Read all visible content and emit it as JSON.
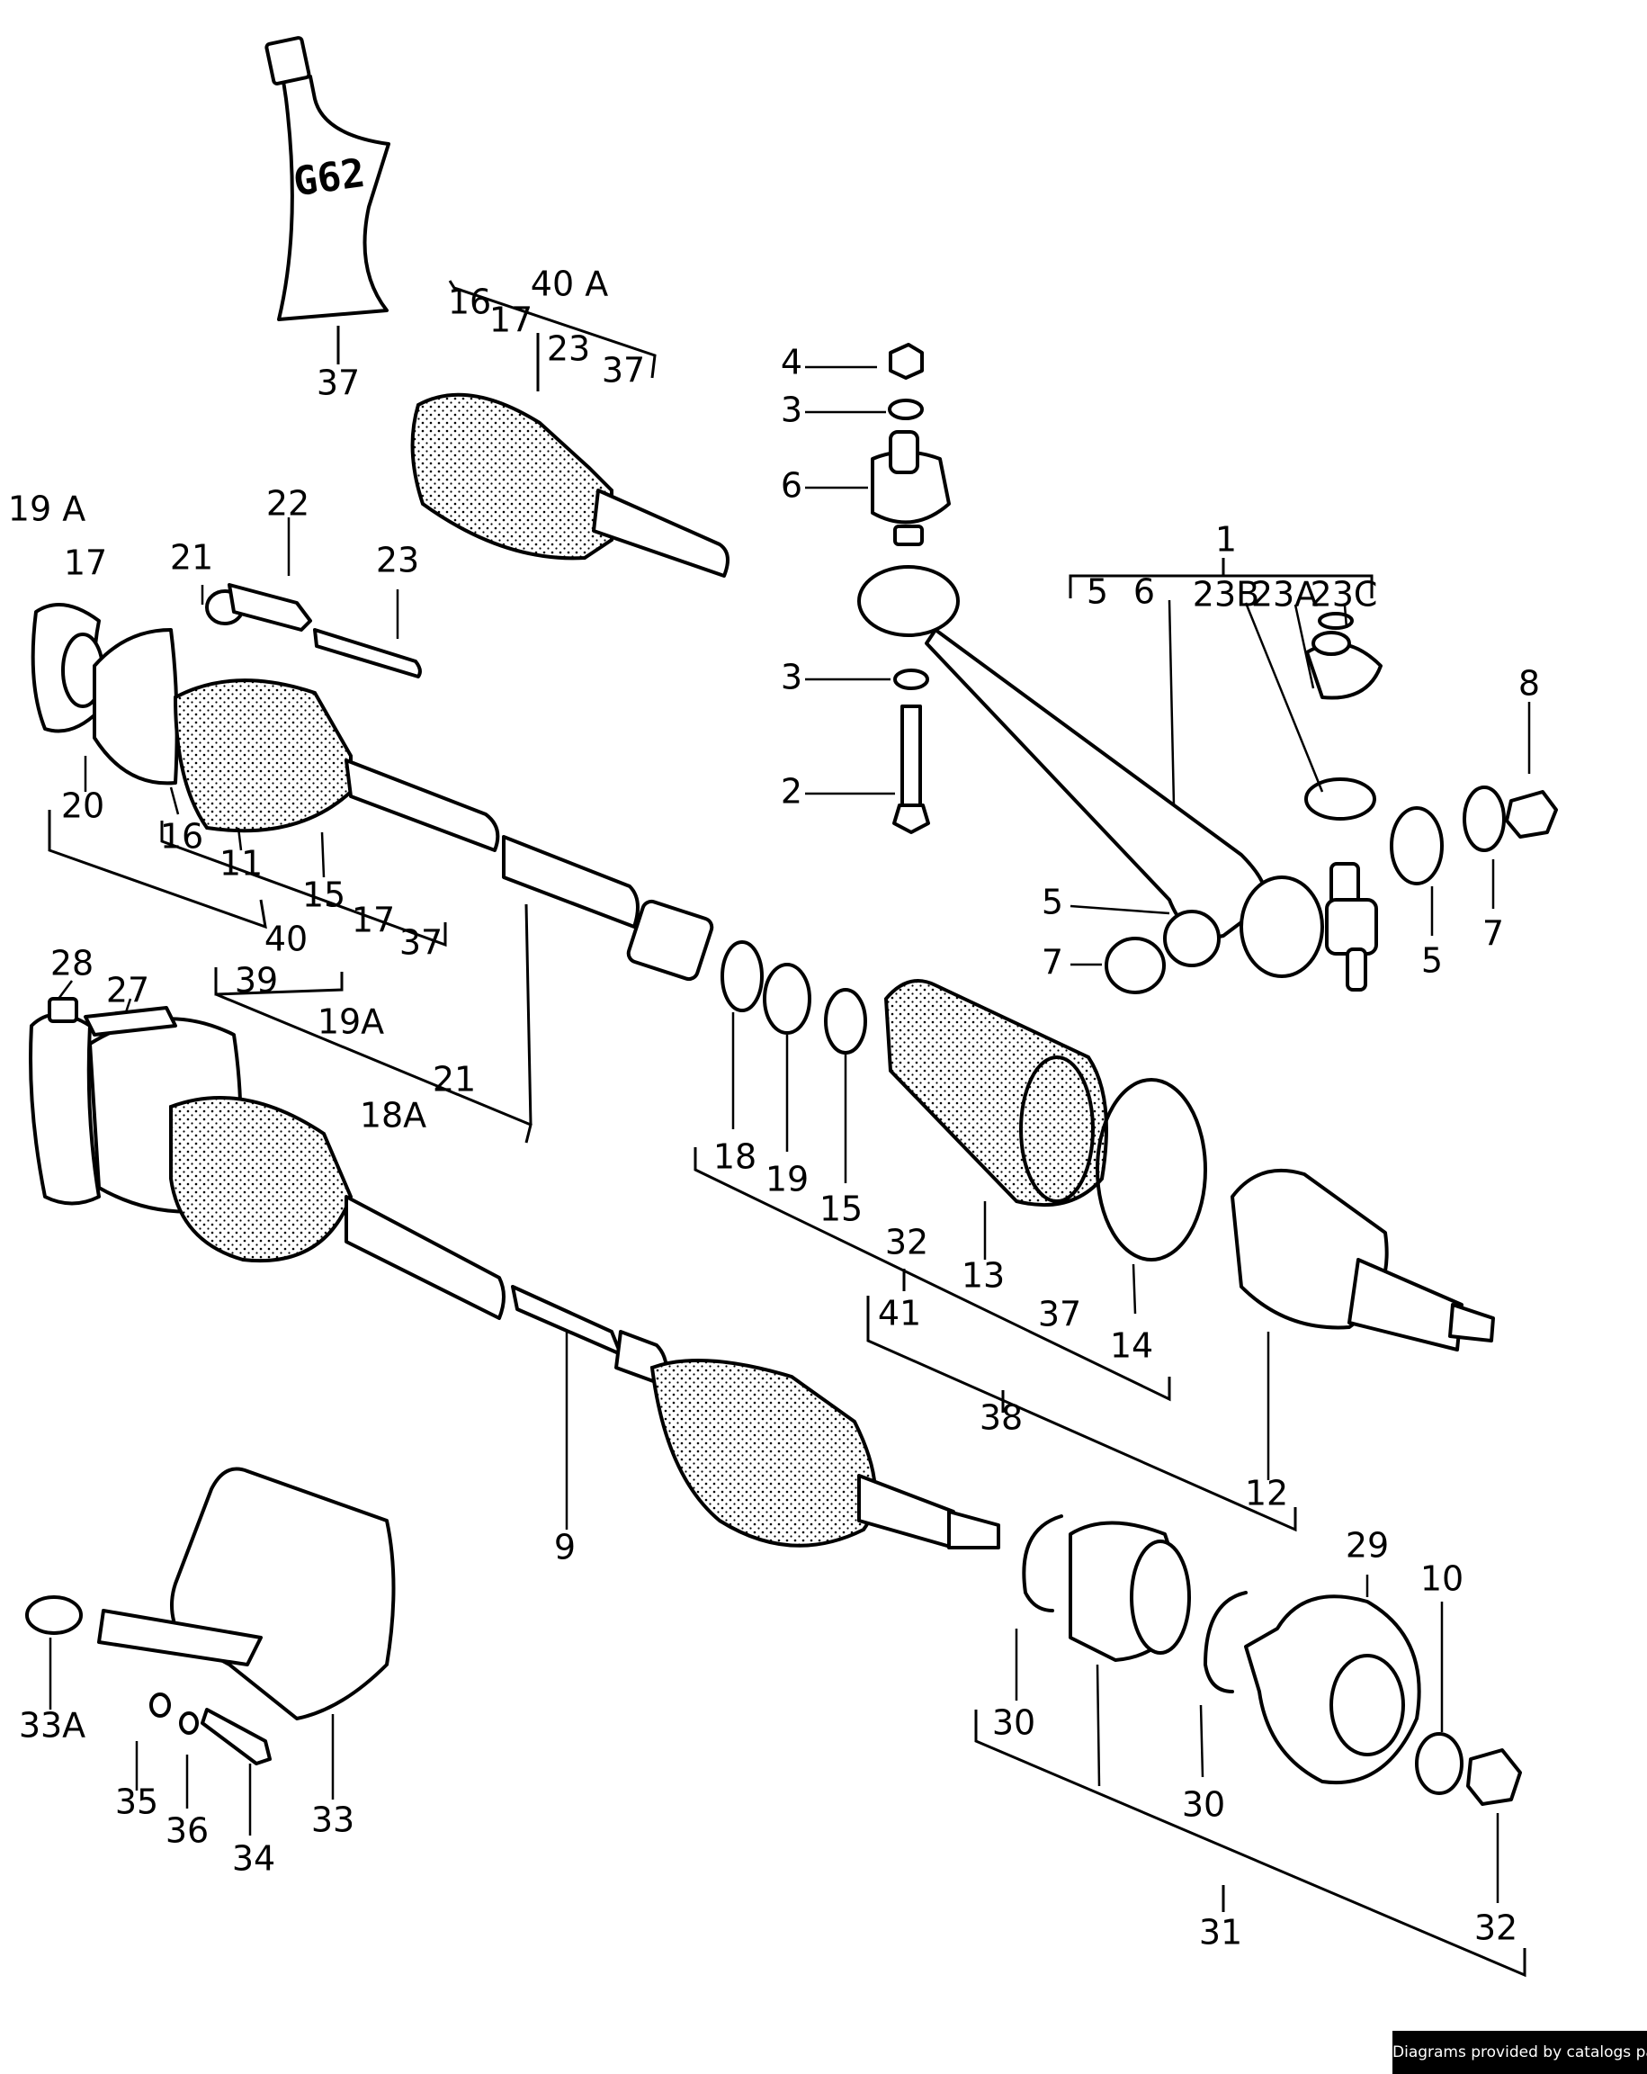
{
  "tube_text": "G62",
  "credit": "Diagrams provided by catalogs parts",
  "labels": [
    {
      "id": "tube",
      "text": "37"
    },
    {
      "id": "outer-group-title",
      "text": "40 A"
    },
    {
      "id": "outer-group-16",
      "text": "16"
    },
    {
      "id": "outer-group-17",
      "text": "17"
    },
    {
      "id": "outer-group-23",
      "text": "23"
    },
    {
      "id": "outer-group-37",
      "text": "37"
    },
    {
      "id": "nut-top",
      "text": "4"
    },
    {
      "id": "washer-top",
      "text": "3"
    },
    {
      "id": "bushing",
      "text": "6"
    },
    {
      "id": "washer-mid",
      "text": "3"
    },
    {
      "id": "bolt",
      "text": "2"
    },
    {
      "id": "arm",
      "text": "1"
    },
    {
      "id": "arm-5",
      "text": "5"
    },
    {
      "id": "arm-6",
      "text": "6"
    },
    {
      "id": "arm-23b",
      "text": "23B"
    },
    {
      "id": "arm-23a",
      "text": "23A"
    },
    {
      "id": "arm-23c",
      "text": "23C"
    },
    {
      "id": "nut-right",
      "text": "8"
    },
    {
      "id": "bush-left",
      "text": "5"
    },
    {
      "id": "washer-left",
      "text": "7"
    },
    {
      "id": "bush-right",
      "text": "5"
    },
    {
      "id": "washer-right",
      "text": "7"
    },
    {
      "id": "plate-19a",
      "text": "19 A"
    },
    {
      "id": "circlip-17",
      "text": "17"
    },
    {
      "id": "plate-22",
      "text": "22"
    },
    {
      "id": "bolt-23",
      "text": "23"
    },
    {
      "id": "cap-21",
      "text": "21"
    },
    {
      "id": "joint-20",
      "text": "20"
    },
    {
      "id": "clamp-16",
      "text": "16"
    },
    {
      "id": "boot-11",
      "text": "11"
    },
    {
      "id": "clamp-15",
      "text": "15"
    },
    {
      "id": "grp-17",
      "text": "17"
    },
    {
      "id": "grp-37",
      "text": "37"
    },
    {
      "id": "grp-40",
      "text": "40"
    },
    {
      "id": "grp-39",
      "text": "39"
    },
    {
      "id": "grp-19a",
      "text": "19A"
    },
    {
      "id": "grp-21",
      "text": "21"
    },
    {
      "id": "grp-18a",
      "text": "18A"
    },
    {
      "id": "cap-28",
      "text": "28"
    },
    {
      "id": "plate-27",
      "text": "27"
    },
    {
      "id": "ring-18",
      "text": "18"
    },
    {
      "id": "disc-19",
      "text": "19"
    },
    {
      "id": "clamp-15b",
      "text": "15"
    },
    {
      "id": "grp-32",
      "text": "32"
    },
    {
      "id": "boot-13",
      "text": "13"
    },
    {
      "id": "grp-37b",
      "text": "37"
    },
    {
      "id": "grp-41",
      "text": "41"
    },
    {
      "id": "clamp-14",
      "text": "14"
    },
    {
      "id": "grp-38",
      "text": "38"
    },
    {
      "id": "joint-12",
      "text": "12"
    },
    {
      "id": "shaft-9",
      "text": "9"
    },
    {
      "id": "hub-29",
      "text": "29"
    },
    {
      "id": "washer-10",
      "text": "10"
    },
    {
      "id": "ring-30a",
      "text": "30"
    },
    {
      "id": "ring-30b",
      "text": "30"
    },
    {
      "id": "grp-31",
      "text": "31"
    },
    {
      "id": "nut-32",
      "text": "32"
    },
    {
      "id": "sleeve-33a",
      "text": "33A"
    },
    {
      "id": "shield-33",
      "text": "33"
    },
    {
      "id": "washer-35",
      "text": "35"
    },
    {
      "id": "washer-36",
      "text": "36"
    },
    {
      "id": "bolt-34",
      "text": "34"
    }
  ]
}
